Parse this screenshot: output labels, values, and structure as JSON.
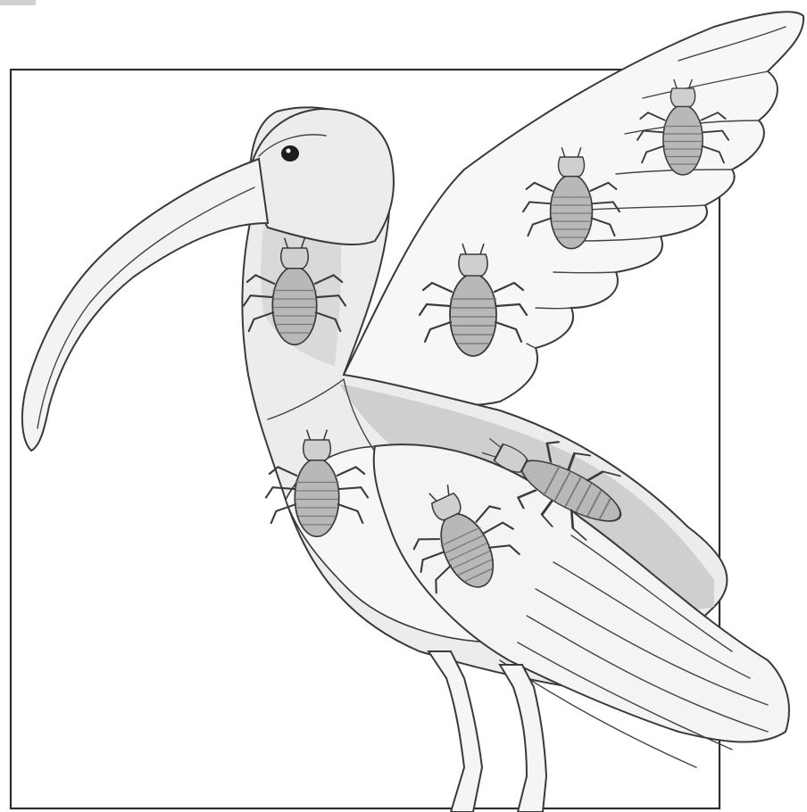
{
  "scene": {
    "subject": "bird",
    "parasites": [
      "louse",
      "louse",
      "louse",
      "louse",
      "louse",
      "louse",
      "louse"
    ],
    "colors": {
      "paper": "#ffffff",
      "frame": "#2e2e2e",
      "bird_fill": "#ececec",
      "shade_zone": "#cfcfcf",
      "light_zone": "#f7f7f7",
      "ink": "#3a3a3a",
      "louse_body": "#b8b8b8",
      "louse_dark": "#7a7a7a"
    }
  }
}
